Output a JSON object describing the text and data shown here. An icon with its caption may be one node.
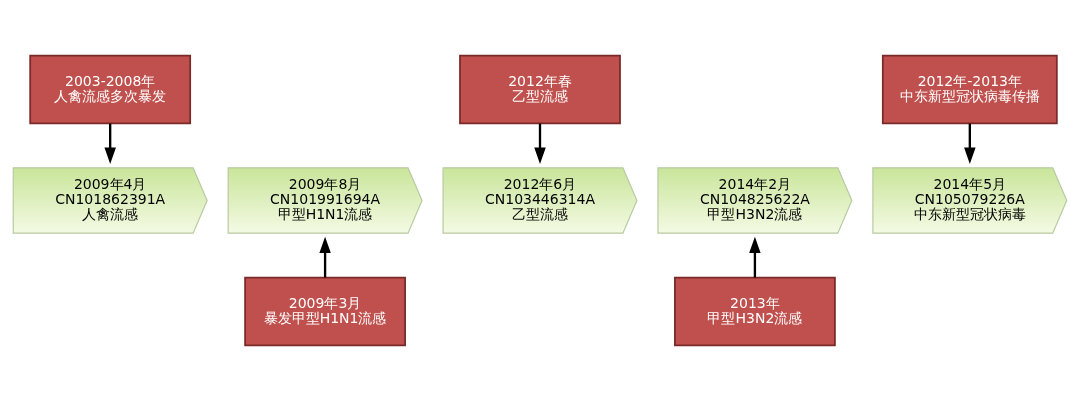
{
  "diagram": {
    "nodes": [
      {
        "text": [
          "2003-2008年",
          "人禽流感多次暴发"
        ]
      },
      {
        "text": [
          "2012年春",
          "乙型流感"
        ]
      },
      {
        "text": [
          "2012年-2013年",
          "中东新型冠状病毒传播"
        ]
      },
      {
        "text": [
          "2009年4月",
          "CN101862391A",
          "人禽流感"
        ]
      },
      {
        "text": [
          "2009年8月",
          "CN101991694A",
          "甲型H1N1流感"
        ]
      },
      {
        "text": [
          "2012年6月",
          "CN103446314A",
          "乙型流感"
        ]
      },
      {
        "text": [
          "2014年2月",
          "CN104825622A",
          "甲型H3N2流感"
        ]
      },
      {
        "text": [
          "2014年5月",
          "CN105079226A",
          "中东新型冠状病毒"
        ]
      },
      {
        "text": [
          "2009年3月",
          "暴发甲型H1N1流感"
        ]
      },
      {
        "text": [
          "2013年",
          "甲型H3N2流感"
        ]
      }
    ],
    "edges": [
      {
        "from": 0,
        "to": 3,
        "arrow": "to"
      },
      {
        "from": 1,
        "to": 5,
        "arrow": "to"
      },
      {
        "from": 2,
        "to": 7,
        "arrow": "to"
      },
      {
        "from": 8,
        "to": 4,
        "arrow": "to"
      },
      {
        "from": 9,
        "to": 6,
        "arrow": "to"
      }
    ]
  }
}
